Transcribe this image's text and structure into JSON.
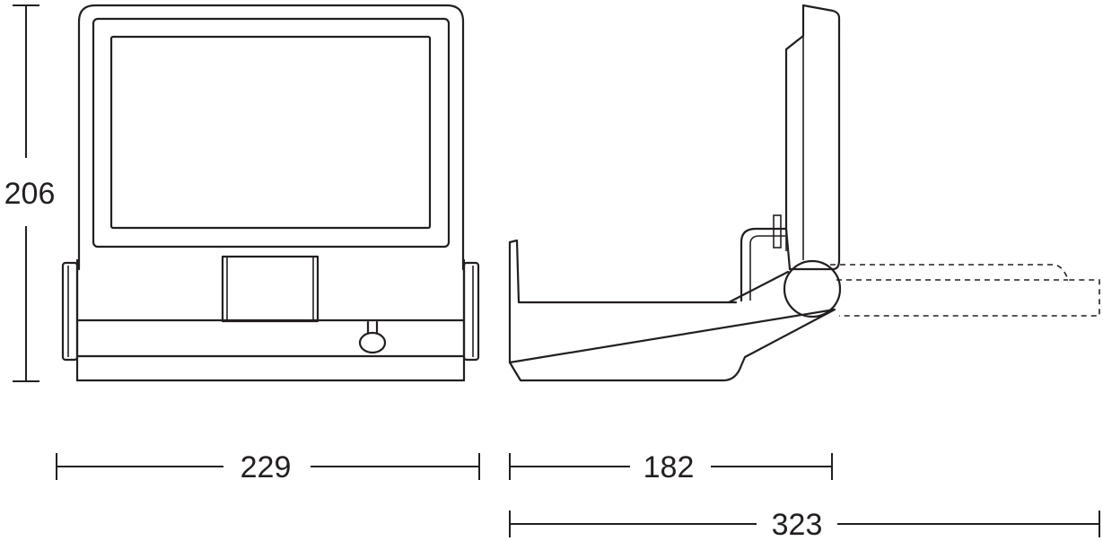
{
  "dimensions": {
    "height": "206",
    "front_width": "229",
    "side_depth": "182",
    "side_total": "323"
  },
  "colors": {
    "line": "#231f20",
    "background": "#ffffff"
  }
}
